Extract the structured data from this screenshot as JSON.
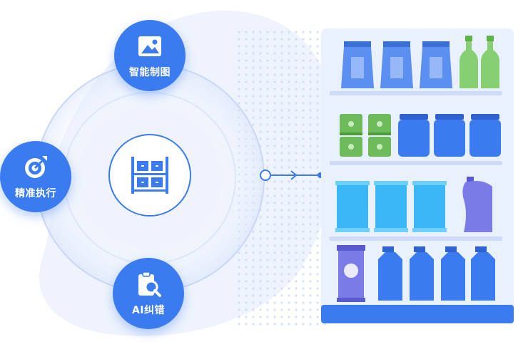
{
  "nodes": {
    "top": {
      "label": "智能制图",
      "icon": "image-icon"
    },
    "left": {
      "label": "精准执行",
      "icon": "target-icon"
    },
    "bottom": {
      "label": "AI纠错",
      "icon": "clipboard-search-icon"
    }
  },
  "center": {
    "icon": "shelf-icon"
  },
  "shelf": {
    "icon": "retail-shelf-icon"
  },
  "colors": {
    "primary": "#3a7bf0",
    "primary_dark": "#2f6fe6",
    "green": "#7cc96a",
    "cyan": "#3bb7f5",
    "purple": "#7b7be8",
    "shelf_bg": "#e9f0ff",
    "blob": "#eef3fd"
  }
}
